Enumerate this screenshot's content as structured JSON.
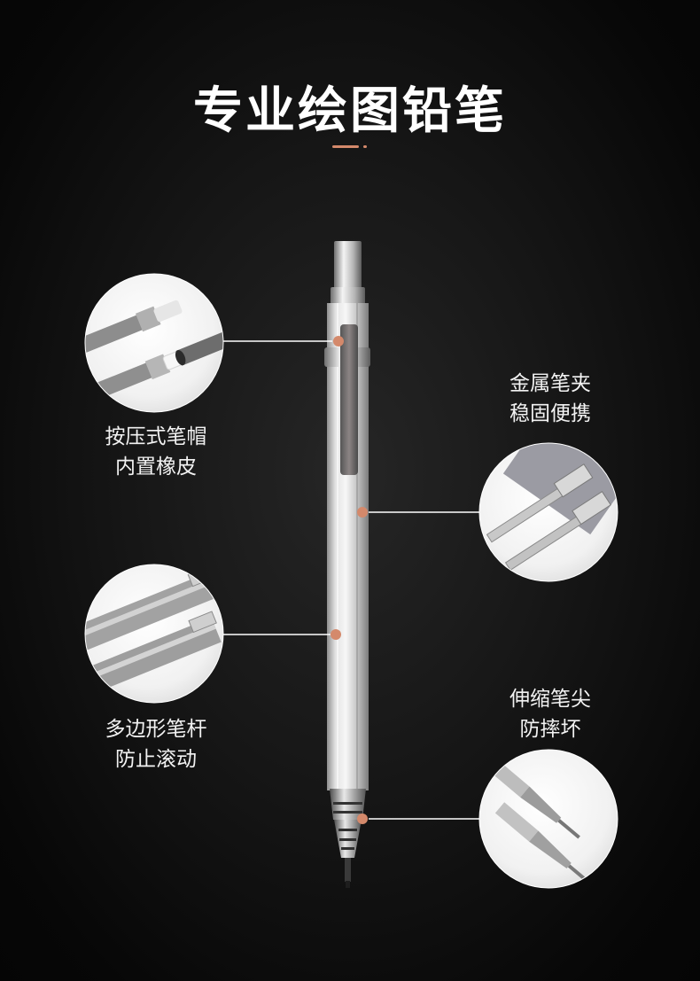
{
  "title": "专业绘图铅笔",
  "colors": {
    "accent": "#d4896b",
    "line": "#ffffff",
    "text": "#f2f2f2"
  },
  "features": [
    {
      "line1": "按压式笔帽",
      "line2": "内置橡皮"
    },
    {
      "line1": "金属笔夹",
      "line2": "稳固便携"
    },
    {
      "line1": "多边形笔杆",
      "line2": "防止滚动"
    },
    {
      "line1": "伸缩笔尖",
      "line2": "防摔坏"
    }
  ]
}
